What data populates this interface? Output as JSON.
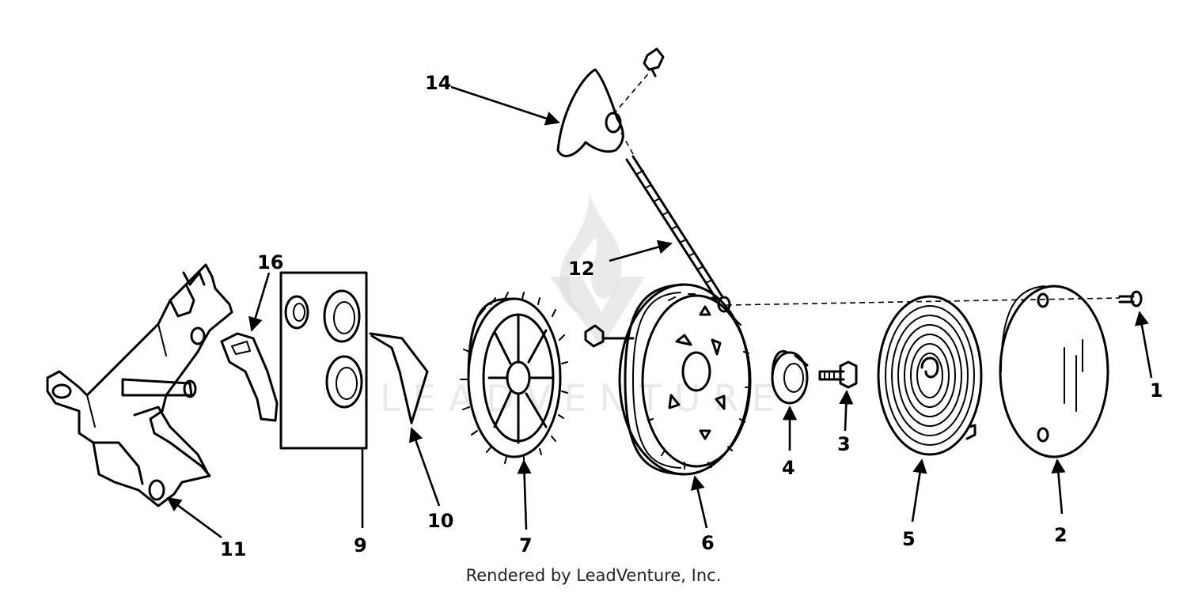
{
  "callouts": {
    "c1": "1",
    "c2": "2",
    "c3": "3",
    "c4": "4",
    "c5": "5",
    "c6": "6",
    "c7": "7",
    "c9": "9",
    "c10": "10",
    "c11": "11",
    "c12": "12",
    "c14": "14",
    "c16": "16"
  },
  "watermark_text": "LEADVENTURE",
  "footer": "Rendered by LeadVenture, Inc."
}
